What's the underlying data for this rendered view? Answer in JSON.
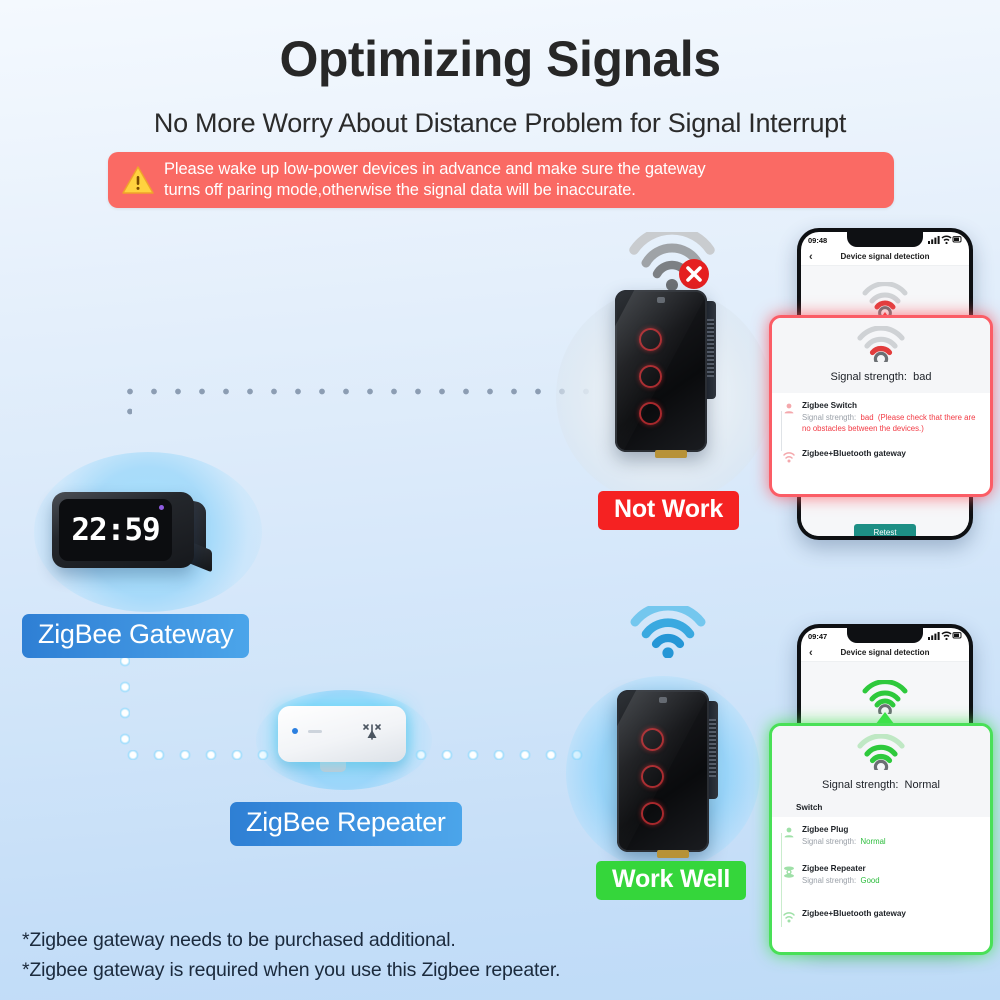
{
  "header": {
    "title": "Optimizing Signals",
    "subtitle": "No More Worry About Distance Problem for Signal Interrupt"
  },
  "warning": {
    "icon": "warning-triangle-icon",
    "line1": "Please wake up low-power devices in advance and make sure the gateway",
    "line2": "turns off paring mode,otherwise the signal data will be inaccurate."
  },
  "devices": {
    "gateway": {
      "label": "ZigBee Gateway",
      "clock_time": "22:59"
    },
    "repeater": {
      "label": "ZigBee Repeater"
    }
  },
  "scenarios": {
    "bad": {
      "status_pill": "Not Work",
      "wifi_icon": "wifi-off-icon",
      "badge_icon": "x-circle-icon"
    },
    "good": {
      "status_pill": "Work Well",
      "wifi_icon": "wifi-on-icon"
    }
  },
  "phone_bad": {
    "status_time": "09:48",
    "nav_back_icon": "chevron-left-icon",
    "nav_title": "Device signal detection",
    "card": {
      "wifi_icon": "wifi-weak-icon",
      "strength_label": "Signal strength:",
      "strength_value": "bad",
      "rows": [
        {
          "icon": "zigbee-switch-node-icon",
          "name": "Zigbee Switch",
          "sub_label": "Signal strength:",
          "sub_value": "bad",
          "note": "(Please check that there are no obstacles between the devices.)"
        },
        {
          "icon": "gateway-node-icon",
          "name": "Zigbee+Bluetooth gateway"
        }
      ]
    },
    "retest_button": "Retest",
    "accent": "#fb5d66"
  },
  "phone_good": {
    "status_time": "09:47",
    "nav_back_icon": "chevron-left-icon",
    "nav_title": "Device signal detection",
    "card": {
      "wifi_icon": "wifi-strong-icon",
      "strength_label": "Signal strength:",
      "strength_value": "Normal",
      "section_label": "Switch",
      "rows": [
        {
          "icon": "zigbee-plug-node-icon",
          "name": "Zigbee Plug",
          "sub_label": "Signal strength:",
          "sub_value": "Normal"
        },
        {
          "icon": "zigbee-repeater-node-icon",
          "name": "Zigbee Repeater",
          "sub_label": "Signal strength:",
          "sub_value": "Good"
        },
        {
          "icon": "gateway-node-icon",
          "name": "Zigbee+Bluetooth gateway"
        }
      ]
    },
    "accent": "#49e057"
  },
  "footer": {
    "line1": "*Zigbee gateway needs to be purchased additional.",
    "line2": "*Zigbee gateway is required when you use this Zigbee repeater."
  },
  "colors": {
    "bad_red": "#f52222",
    "good_green": "#35d63b",
    "warn_bg": "#fa6a64",
    "chip_blue": "#3f93e0",
    "retest_teal": "#1d8f85",
    "bg_top": "#f4f9fe",
    "bg_bottom": "#bedbf7"
  }
}
